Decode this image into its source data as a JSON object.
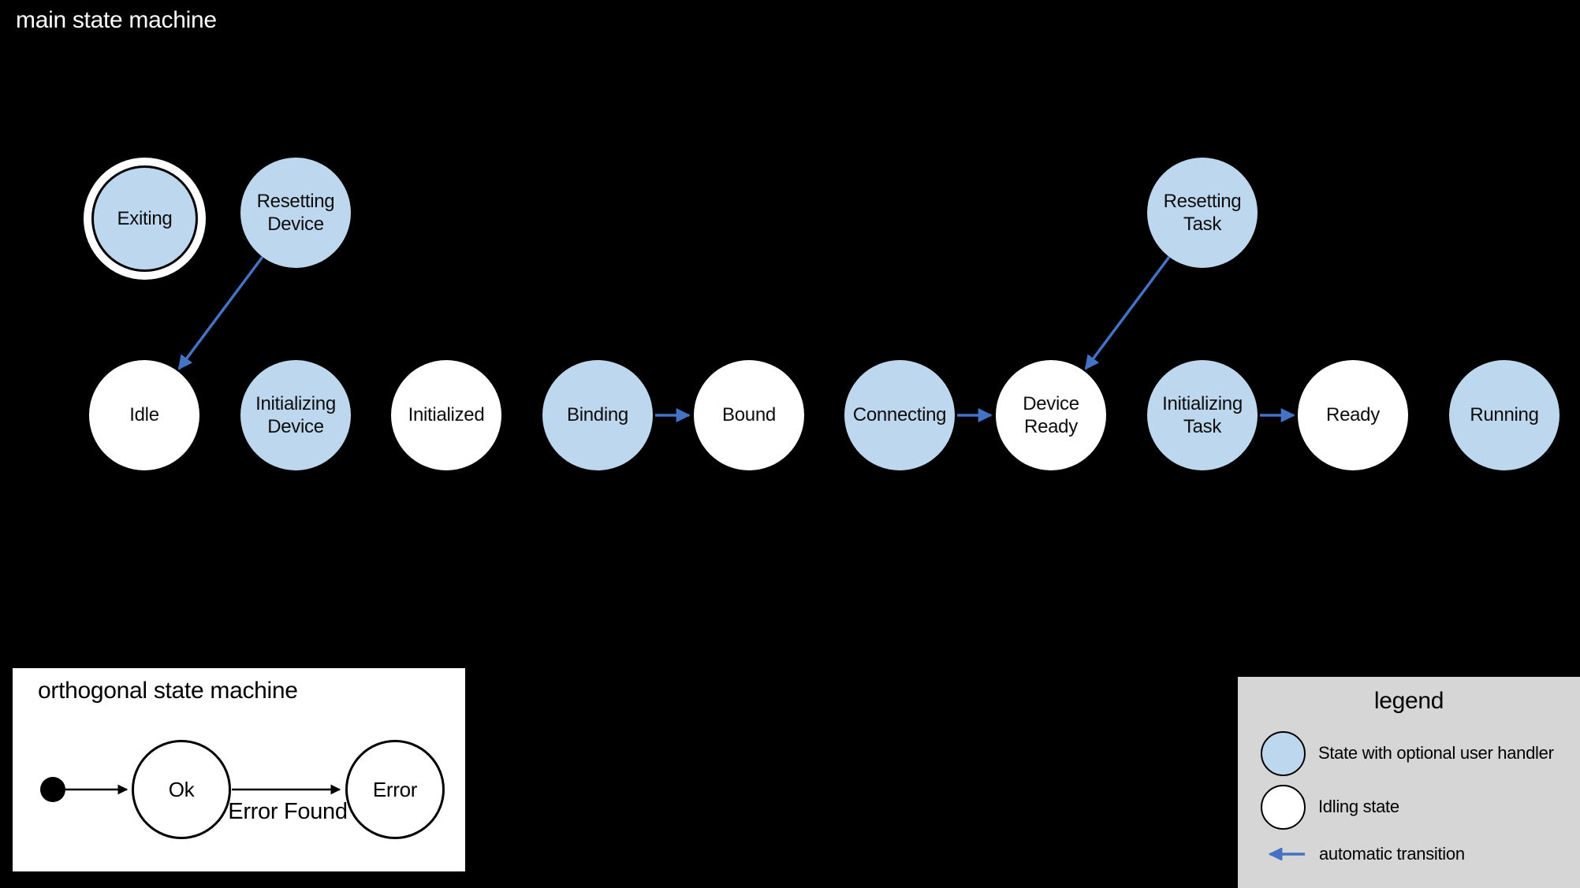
{
  "main_machine": {
    "title": "main state machine",
    "states": {
      "exiting": {
        "label": "Exiting",
        "type": "user_handler",
        "final": true
      },
      "resetting_device": {
        "label": "Resetting Device",
        "type": "user_handler"
      },
      "resetting_task": {
        "label": "Resetting Task",
        "type": "user_handler"
      },
      "idle": {
        "label": "Idle",
        "type": "idling"
      },
      "initializing_device": {
        "label": "Initializing Device",
        "type": "user_handler"
      },
      "initialized": {
        "label": "Initialized",
        "type": "idling"
      },
      "binding": {
        "label": "Binding",
        "type": "user_handler"
      },
      "bound": {
        "label": "Bound",
        "type": "idling"
      },
      "connecting": {
        "label": "Connecting",
        "type": "user_handler"
      },
      "device_ready": {
        "label": "Device Ready",
        "type": "idling"
      },
      "initializing_task": {
        "label": "Initializing Task",
        "type": "user_handler"
      },
      "ready": {
        "label": "Ready",
        "type": "idling"
      },
      "running": {
        "label": "Running",
        "type": "user_handler"
      }
    },
    "transitions": [
      {
        "from": "Resetting Device",
        "to": "Idle",
        "kind": "automatic"
      },
      {
        "from": "Binding",
        "to": "Bound",
        "kind": "automatic"
      },
      {
        "from": "Connecting",
        "to": "Device Ready",
        "kind": "automatic"
      },
      {
        "from": "Resetting Task",
        "to": "Device Ready",
        "kind": "automatic"
      },
      {
        "from": "Initializing Task",
        "to": "Ready",
        "kind": "automatic"
      }
    ]
  },
  "orthogonal_machine": {
    "title": "orthogonal state machine",
    "states": {
      "ok": {
        "label": "Ok"
      },
      "error": {
        "label": "Error"
      }
    },
    "transition_label": "Error Found"
  },
  "legend": {
    "title": "legend",
    "items": [
      {
        "swatch": "user-handler-state-circle",
        "label": "State with optional user handler"
      },
      {
        "swatch": "idling-state-circle",
        "label": "Idling state"
      },
      {
        "swatch": "automatic-transition-arrow",
        "label": "automatic transition"
      }
    ]
  },
  "colors": {
    "background": "#000000",
    "user_handler_fill": "#BDD7EE",
    "idling_fill": "#FFFFFF",
    "transition_blue": "#4472C4",
    "legend_background": "#D6D6D6"
  }
}
